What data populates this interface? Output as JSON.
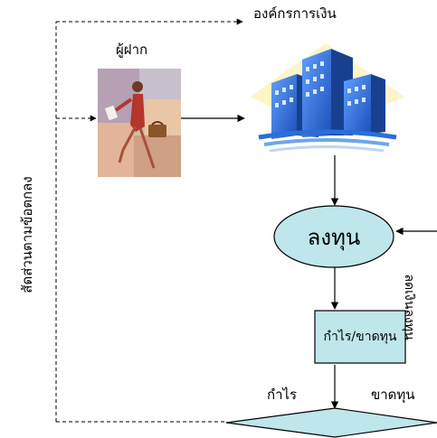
{
  "labels": {
    "organization": "องค์กรการเงิน",
    "depositor": "ผู้ฝาก",
    "invest": "ลงทุน",
    "profit_loss": "กำไร/ขาดทุน",
    "profit": "กำไร",
    "loss": "ขาดทุน",
    "side_label": "สัดส่วนตามข้อตกลง",
    "shortfall_label": "ลดเงินลงทุน"
  },
  "colors": {
    "node_fill": "#bfe6ea",
    "stroke": "#000000",
    "building": "#2a6fd6"
  },
  "icons": {
    "depositor": "businesswoman-clipart",
    "organization": "office-buildings-clipart"
  }
}
